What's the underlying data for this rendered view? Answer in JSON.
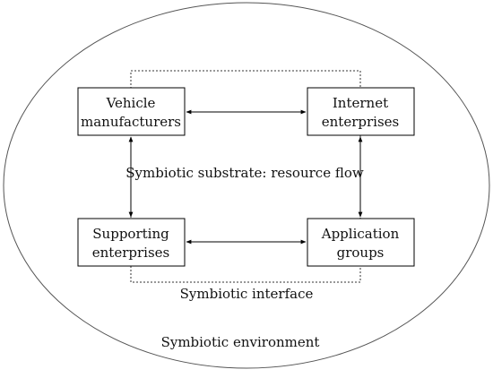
{
  "diagram": {
    "nodes": {
      "vehicle": {
        "line1": "Vehicle",
        "line2": "manufacturers"
      },
      "internet": {
        "line1": "Internet",
        "line2": "enterprises"
      },
      "supporting": {
        "line1": "Supporting",
        "line2": "enterprises"
      },
      "application": {
        "line1": "Application",
        "line2": "groups"
      }
    },
    "substrate_label": "Symbiotic substrate: resource flow",
    "interface_label": "Symbiotic interface",
    "environment_label": "Symbiotic environment",
    "colors": {
      "stroke": "#000000",
      "ellipse": "#444444",
      "text": "#111111",
      "background": "#ffffff"
    }
  }
}
